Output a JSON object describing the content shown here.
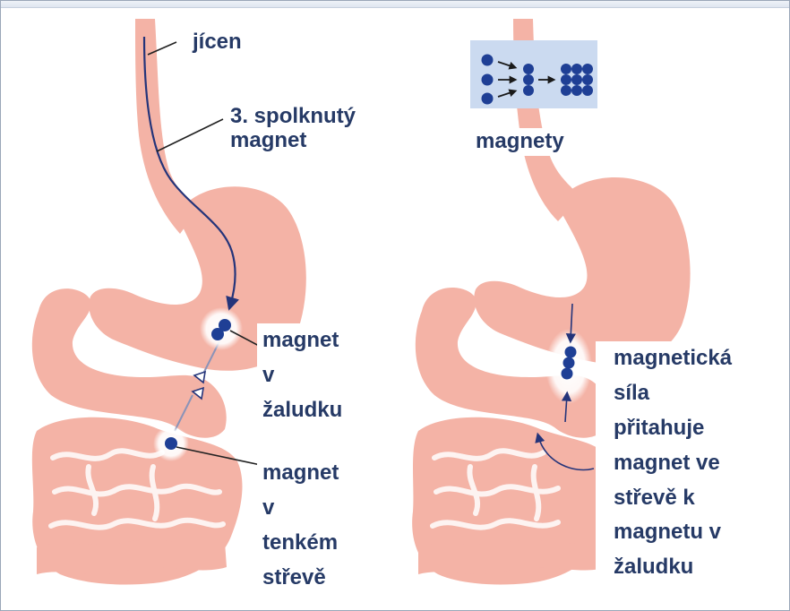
{
  "labels": {
    "esophagus": "jícen",
    "swallowed_magnet_1": "3. spolknutý",
    "swallowed_magnet_2": "magnet",
    "stomach_magnet_1": "magnet",
    "stomach_magnet_2": "v",
    "stomach_magnet_3": "žaludku",
    "intestine_magnet_1": "magnet",
    "intestine_magnet_2": "v",
    "intestine_magnet_3": "tenkém",
    "intestine_magnet_4": "střevě",
    "magnets": "magnety",
    "force_1": "magnetická",
    "force_2": "síla",
    "force_3": "přitahuje",
    "force_4": "magnet ve",
    "force_5": "střevě k",
    "force_6": "magnetu v",
    "force_7": "žaludku"
  },
  "colors": {
    "organ_fill": "#f4b3a6",
    "organ_light": "#f9d1c7",
    "magnet": "#1f3f95",
    "path_line": "#24347a",
    "label_text": "#263a66",
    "legend_bg": "#cbdaf0"
  }
}
